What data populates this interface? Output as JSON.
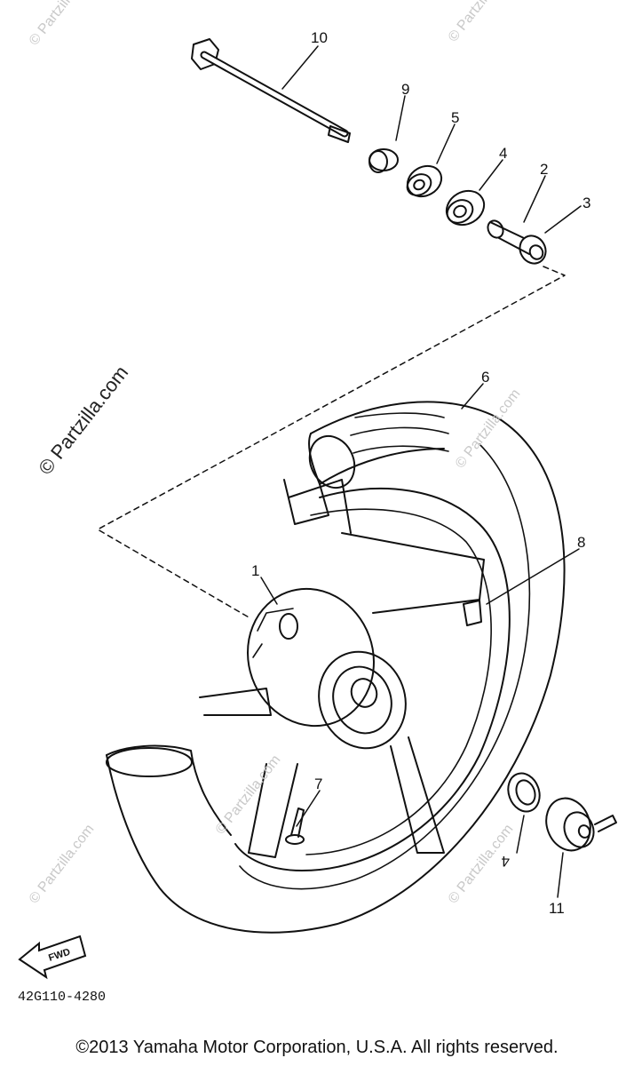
{
  "watermark_main": "© Partzilla.com",
  "watermark_small": "© Partzilla.com",
  "callouts": [
    "1",
    "2",
    "3",
    "4",
    "5",
    "6",
    "7",
    "8",
    "9",
    "10",
    "4",
    "11"
  ],
  "part_code": "42G110-4280",
  "fwd_label": "FWD",
  "copyright": "©2013  Yamaha Motor Corporation, U.S.A. All rights reserved.",
  "colors": {
    "line": "#111111",
    "watermark": "#c9c9c9",
    "background": "#ffffff"
  }
}
